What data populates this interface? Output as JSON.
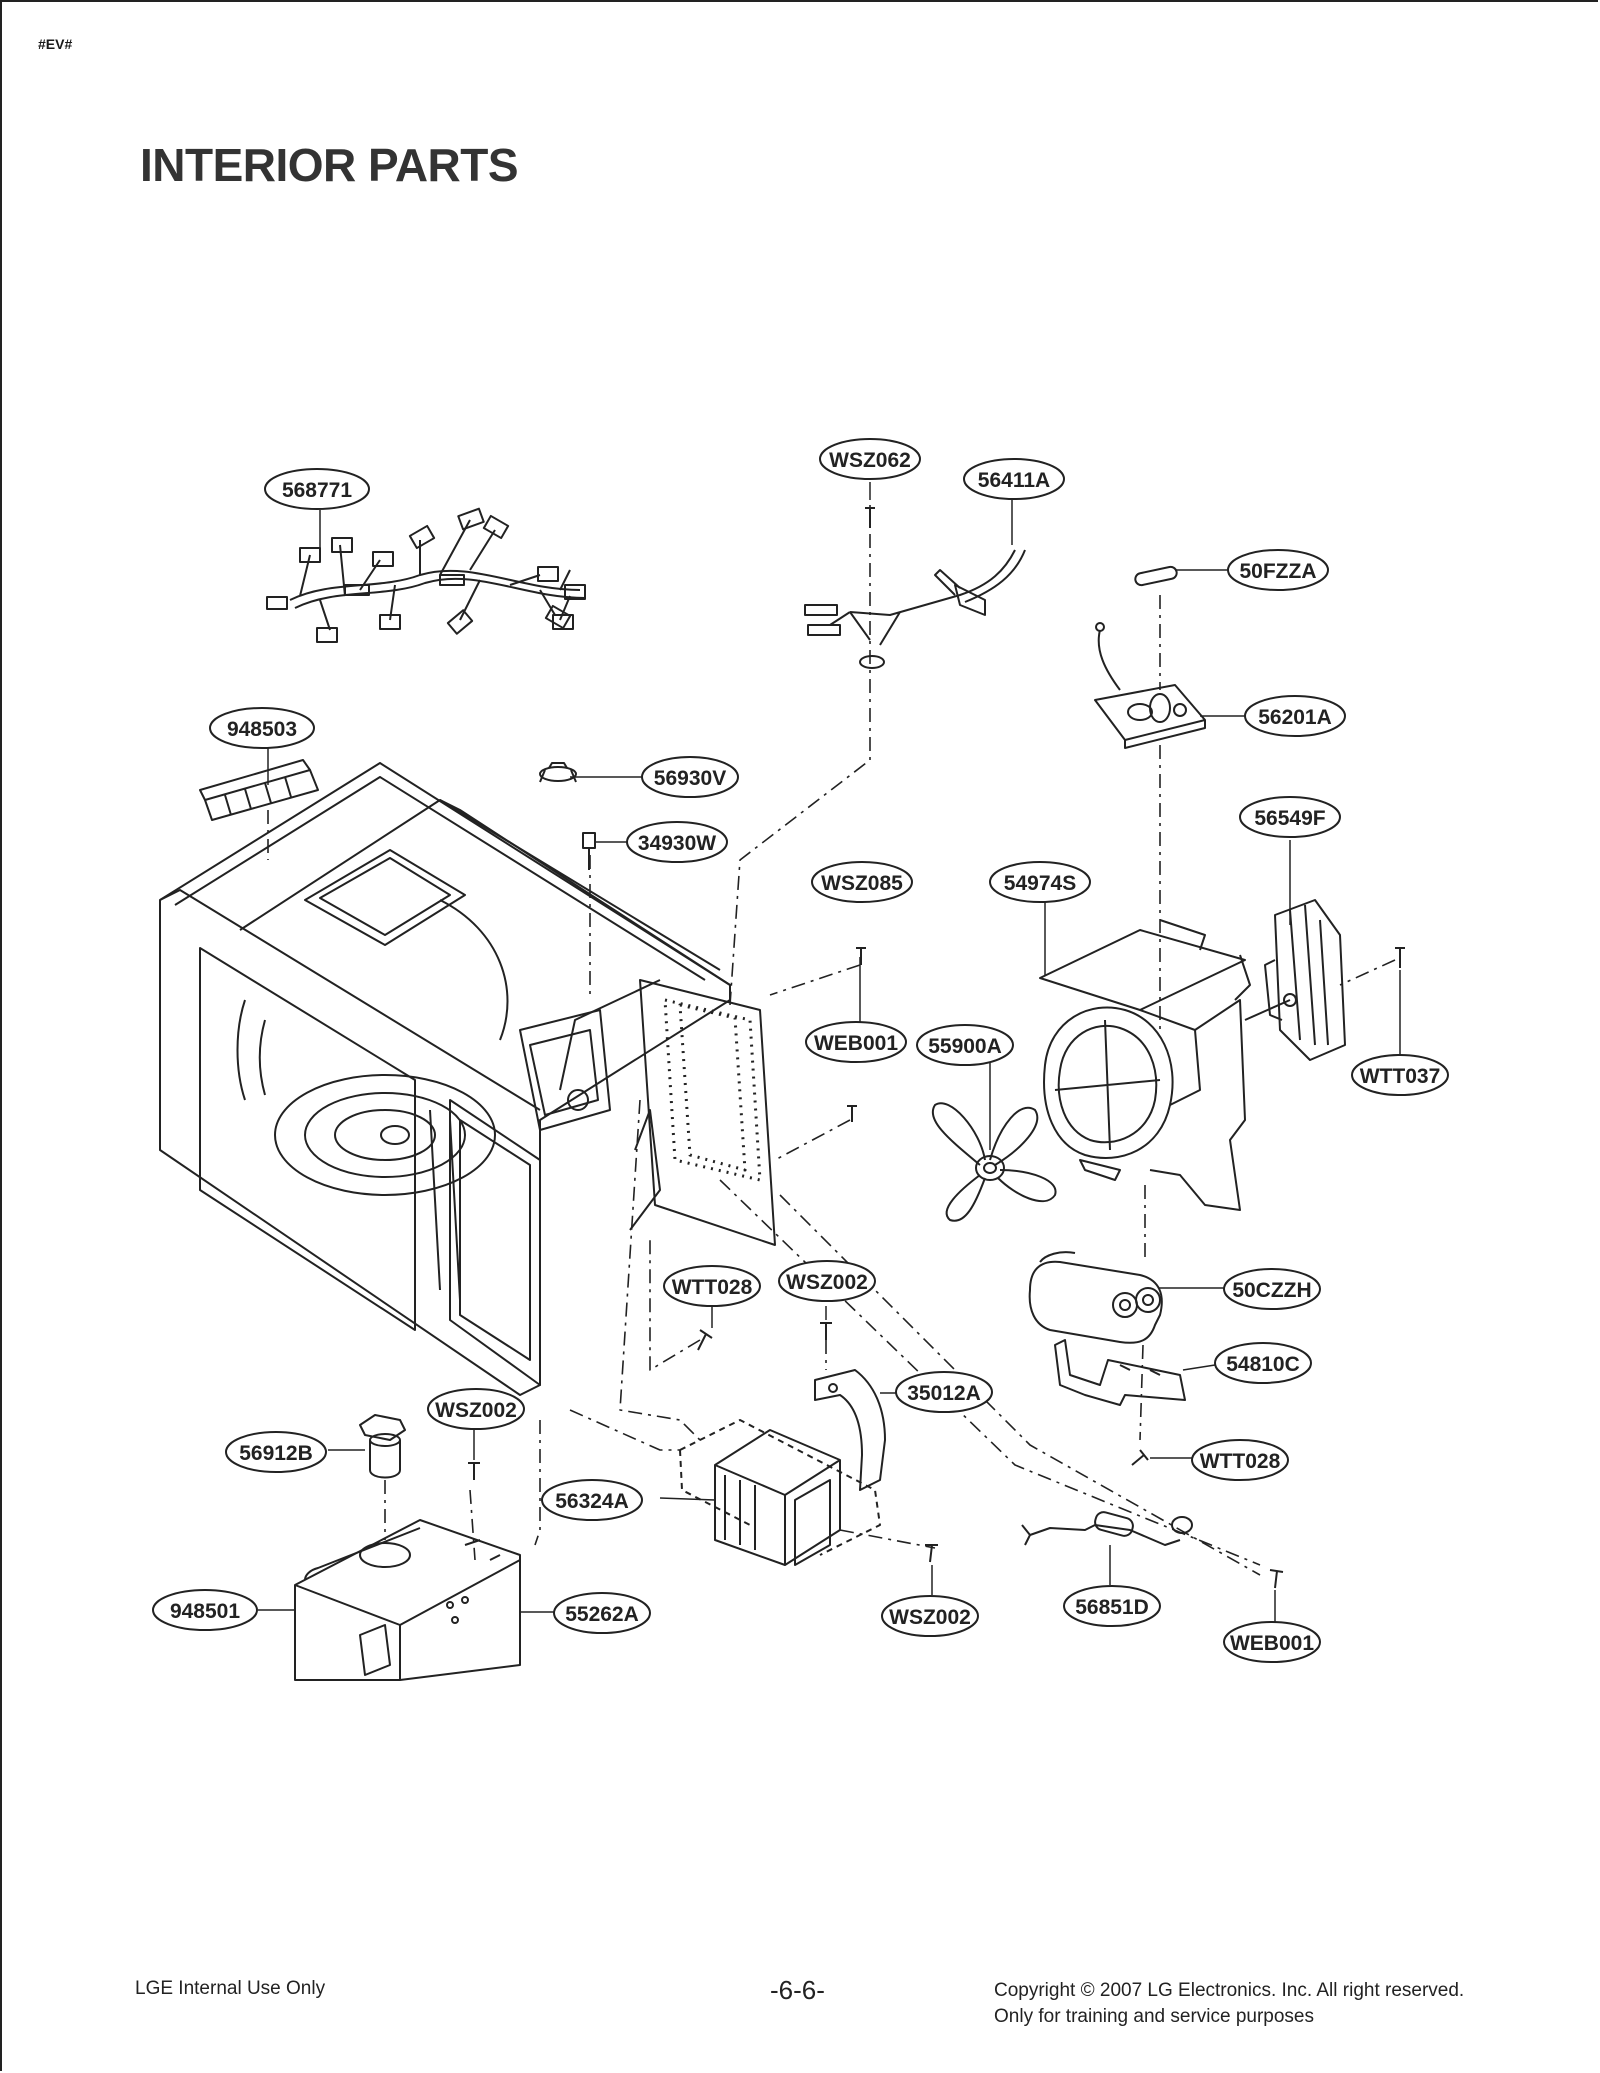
{
  "page": {
    "tag": "#EV#",
    "title": "INTERIOR PARTS",
    "footer_left": "LGE Internal Use Only",
    "page_number": "-6-6-",
    "copyright_line1": "Copyright © 2007 LG Electronics. Inc. All right reserved.",
    "copyright_line2": "Only for training and service purposes"
  },
  "callouts": {
    "c568771": "568771",
    "cWSZ062": "WSZ062",
    "c56411A": "56411A",
    "c50FZZA": "50FZZA",
    "c56201A": "56201A",
    "c948503": "948503",
    "c56930V": "56930V",
    "c34930W": "34930W",
    "c56549F": "56549F",
    "cWSZ085": "WSZ085",
    "c54974S": "54974S",
    "cWEB001a": "WEB001",
    "c55900A": "55900A",
    "cWTT037": "WTT037",
    "cWTT028a": "WTT028",
    "cWSZ002a": "WSZ002",
    "c50CZZH": "50CZZH",
    "c54810C": "54810C",
    "c35012A": "35012A",
    "cWSZ002b": "WSZ002",
    "c56912B": "56912B",
    "cWTT028b": "WTT028",
    "c56324A": "56324A",
    "c948501": "948501",
    "c55262A": "55262A",
    "cWSZ002c": "WSZ002",
    "c56851D": "56851D",
    "cWEB001b": "WEB001"
  }
}
